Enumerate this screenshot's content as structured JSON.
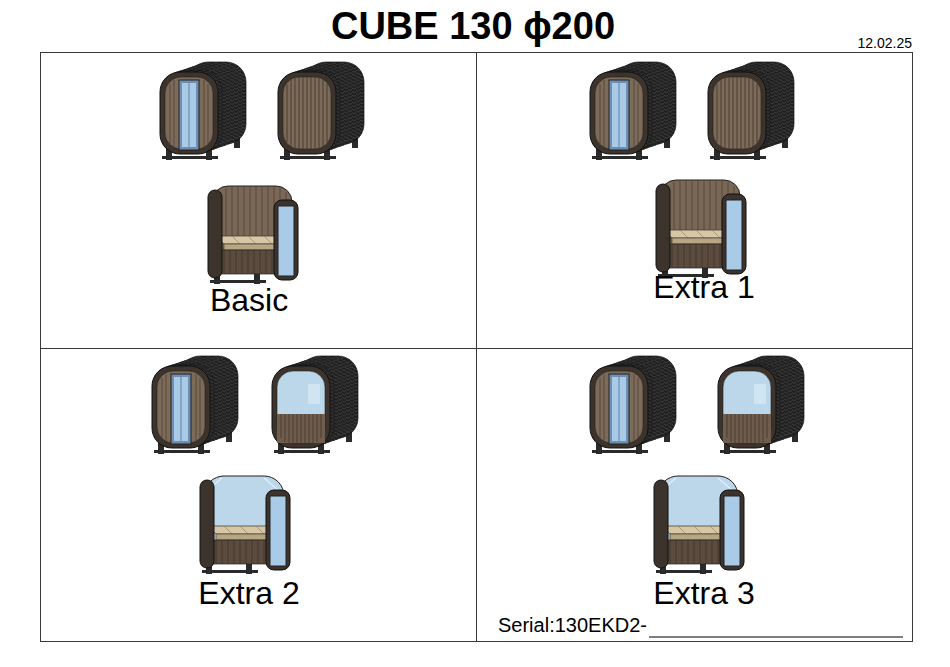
{
  "diagram": {
    "title": "CUBE 130 ϕ200",
    "nodes": [
      {
        "text": [
          "Basic"
        ]
      },
      {
        "text": [
          "Extra 1"
        ]
      },
      {
        "text": [
          "Extra 2"
        ]
      },
      {
        "text": [
          "Extra 3"
        ]
      }
    ],
    "labels": [
      "12.02.25",
      "Serial:130EKD2-"
    ]
  }
}
